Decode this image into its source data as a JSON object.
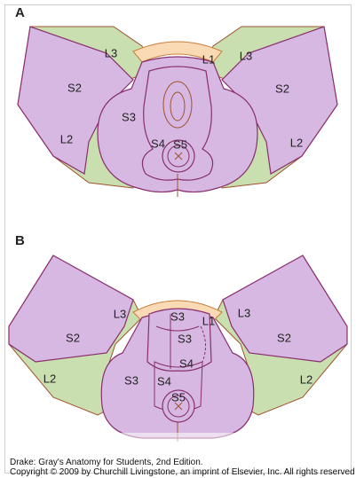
{
  "panels": {
    "a": {
      "letter": "A",
      "labels": {
        "l3_left": "L3",
        "l1": "L1",
        "l3_right": "L3",
        "s2_left": "S2",
        "s2_right": "S2",
        "s3": "S3",
        "l2_left": "L2",
        "l2_right": "L2",
        "s4": "S4",
        "s5": "S5"
      }
    },
    "b": {
      "letter": "B",
      "labels": {
        "l3_left": "L3",
        "s3_top": "S3",
        "l1": "L1",
        "l3_right": "L3",
        "s2_left": "S2",
        "s3_mid": "S3",
        "s2_right": "S2",
        "s4_right": "S4",
        "l2_left": "L2",
        "s3_left": "S3",
        "s4_left": "S4",
        "l2_right": "L2",
        "s5": "S5"
      }
    }
  },
  "caption": {
    "line1": "Drake: Gray's Anatomy for Students, 2nd Edition.",
    "line2": "Copyright © 2009 by Churchill Livingstone, an imprint of Elsevier, Inc. All rights reserved."
  },
  "colors": {
    "green": "#c9dfb0",
    "purple": "#d6b8e3",
    "peach": "#fadab4",
    "outline": "#8a2f6d",
    "skin_line": "#a0522d"
  }
}
